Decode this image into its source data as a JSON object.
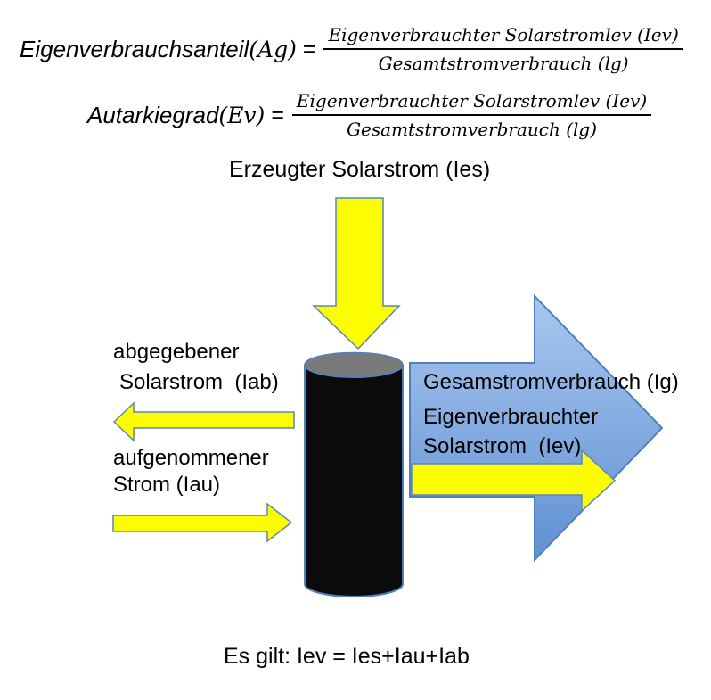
{
  "formulas": [
    {
      "name": "Eigenverbrauchsanteil",
      "var": "(Ag)",
      "eq": "=",
      "num": "Eigenverbrauchter Solarstromlev (Iev)",
      "den": "Gesamtstromverbrauch (lg)"
    },
    {
      "name": "Autarkiegrad",
      "var": "(Ev)",
      "eq": "=",
      "num": "Eigenverbrauchter Solarstromlev (Iev)",
      "den": "Gesamtstromverbrauch (lg)"
    }
  ],
  "diagram": {
    "title": "Erzeugter Solarstrom (Ies)",
    "labels": {
      "abgegeben_1": "abgegebener",
      "abgegeben_2": "Solarstrom  (Iab)",
      "aufgenommen_1": "aufgenommener",
      "aufgenommen_2": "Strom (Iau)",
      "gesamt": "Gesamstromverbrauch (Ig)",
      "eigen_1": "Eigenverbrauchter",
      "eigen_2": "Solarstrom  (Iev)"
    },
    "footer": "Es gilt: Iev = Ies+Iau+Iab",
    "colors": {
      "arrow_yellow": "#fdfd02",
      "arrow_outline": "#5f84b8",
      "blue_fill_light": "#a9c7ef",
      "blue_fill_dark": "#6090d2",
      "blue_outline": "#4f81bd",
      "cylinder_body": "#0b0b0b",
      "cylinder_top": "#7a7a7a"
    }
  }
}
